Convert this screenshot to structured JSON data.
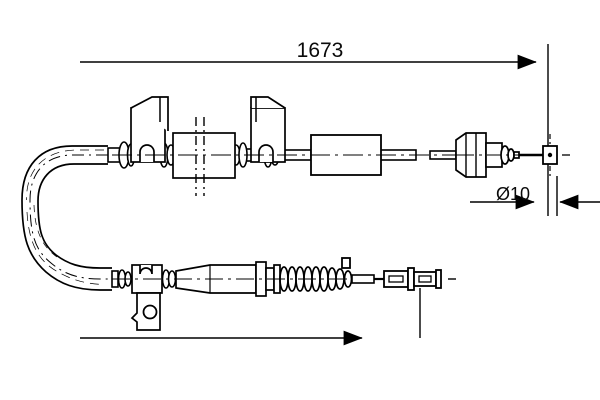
{
  "drawing": {
    "type": "technical-line-drawing",
    "subject": "brake-cable-assembly",
    "background_color": "#ffffff",
    "line_color": "#000000",
    "dimensions": {
      "overall_length": {
        "label": "1673",
        "units_implied": "mm",
        "position": "top"
      },
      "diameter": {
        "label": "Ø10",
        "units_implied": "mm",
        "position": "right-lower"
      }
    },
    "annotations": [
      {
        "id": "length-label",
        "text": "1673"
      },
      {
        "id": "diameter-label",
        "text": "Ø10"
      }
    ]
  },
  "chart_data": {
    "type": "table",
    "title": "",
    "categories": [
      "overall length",
      "end fitting diameter"
    ],
    "values": [
      1673,
      10
    ],
    "labels": [
      "1673",
      "Ø10"
    ],
    "xlabel": "",
    "ylabel": "",
    "notes": "Mechanical dimension callouts on a parking brake cable engineering drawing"
  }
}
